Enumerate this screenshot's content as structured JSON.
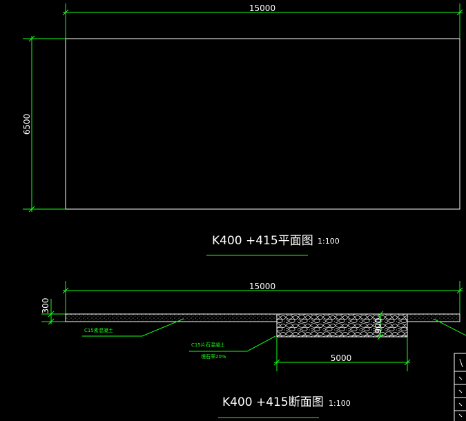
{
  "plan": {
    "dim_length": "15000",
    "dim_width": "6500",
    "title": "K400 +415平面图",
    "scale": "1:100"
  },
  "section": {
    "dim_length": "15000",
    "dim_thickness": "300",
    "dim_trench_width": "5000",
    "dim_trench_depth": "900",
    "label_concrete": "C15素混凝土",
    "label_rubble_concrete": "C15片石混凝土",
    "label_rubble_ratio": "埋石率20%",
    "title": "K400 +415断面图",
    "scale": "1:100"
  },
  "colors": {
    "background": "#000000",
    "dimension": "#19ff19",
    "outline": "#ffffff"
  }
}
